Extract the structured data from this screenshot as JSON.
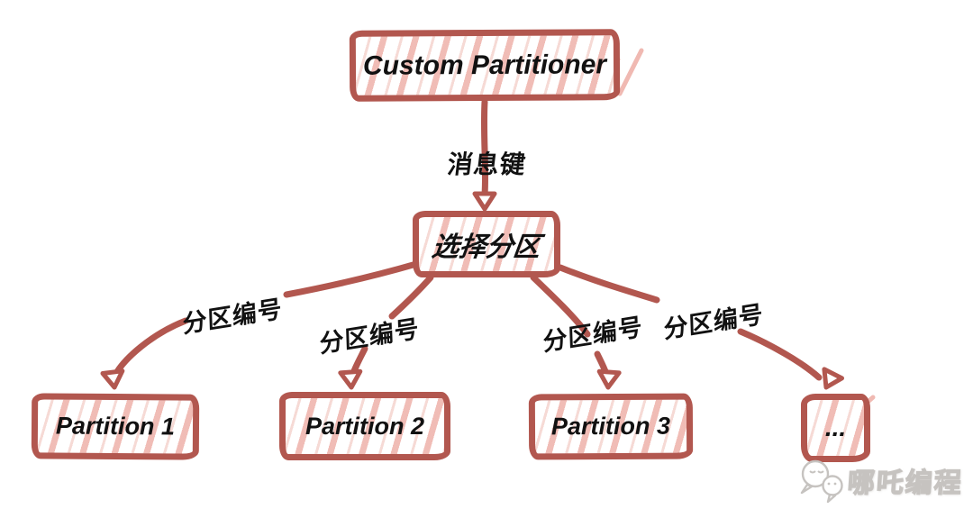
{
  "diagram": {
    "nodes": {
      "custom_partitioner": "Custom Partitioner",
      "select_partition": "选择分区",
      "partition_1": "Partition 1",
      "partition_2": "Partition 2",
      "partition_3": "Partition 3",
      "more": "..."
    },
    "edge_labels": {
      "message_key": "消息键",
      "partition_numbers": [
        "分区编号",
        "分区编号",
        "分区编号",
        "分区编号"
      ]
    },
    "colors": {
      "stroke": "#b2574f",
      "hatch_pink": "#f0b9b2",
      "text": "#111111"
    }
  },
  "watermark": {
    "label": "哪吒编程",
    "icon": "wechat-chat-bubbles-icon",
    "color": "#c6c3c0"
  }
}
